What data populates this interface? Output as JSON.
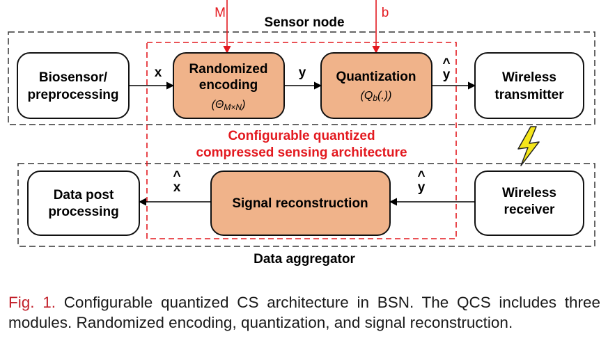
{
  "diagram": {
    "inputs": {
      "m": "M",
      "b": "b"
    },
    "groups": {
      "sensor_node": "Sensor node",
      "data_aggregator": "Data aggregator",
      "qcs_line1": "Configurable quantized",
      "qcs_line2": "compressed sensing architecture"
    },
    "blocks": {
      "biosensor": [
        "Biosensor/",
        "preprocessing"
      ],
      "randomized": [
        "Randomized",
        "encoding",
        "(Θ",
        "M×N",
        ")"
      ],
      "quantization": [
        "Quantization",
        "(Q",
        "b",
        "(.))"
      ],
      "wireless_tx": [
        "Wireless",
        "transmitter"
      ],
      "data_post": [
        "Data post",
        "processing"
      ],
      "signal_recon": [
        "Signal reconstruction"
      ],
      "wireless_rx": [
        "Wireless",
        "receiver"
      ]
    },
    "signals": {
      "x": "x",
      "y": "y",
      "y_hat": "y",
      "x_hat": "x",
      "hat": "^"
    },
    "colors": {
      "accent_fill": "#f0b38a",
      "red": "#e3191f",
      "lightning": "#f5e61a"
    }
  },
  "caption": {
    "fig_label": "Fig. 1.",
    "text": "Configurable quantized CS architecture in BSN. The QCS includes three modules. Randomized encoding, quantization, and signal reconstruction."
  }
}
